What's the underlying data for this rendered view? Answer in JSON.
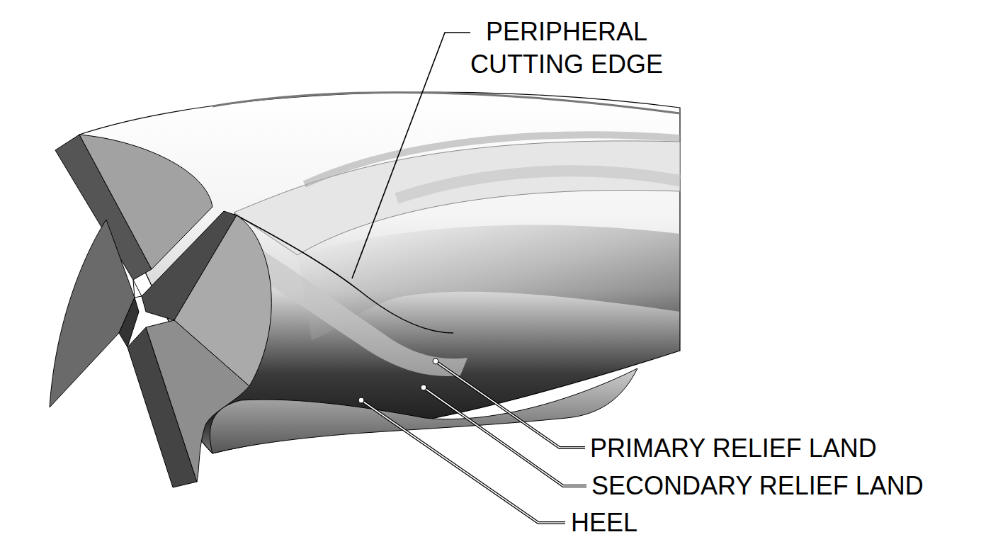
{
  "diagram": {
    "labels": [
      "PERIPHERAL CUTTING EDGE",
      "PRIMARY RELIEF LAND",
      "SECONDARY RELIEF LAND",
      "HEEL"
    ]
  }
}
